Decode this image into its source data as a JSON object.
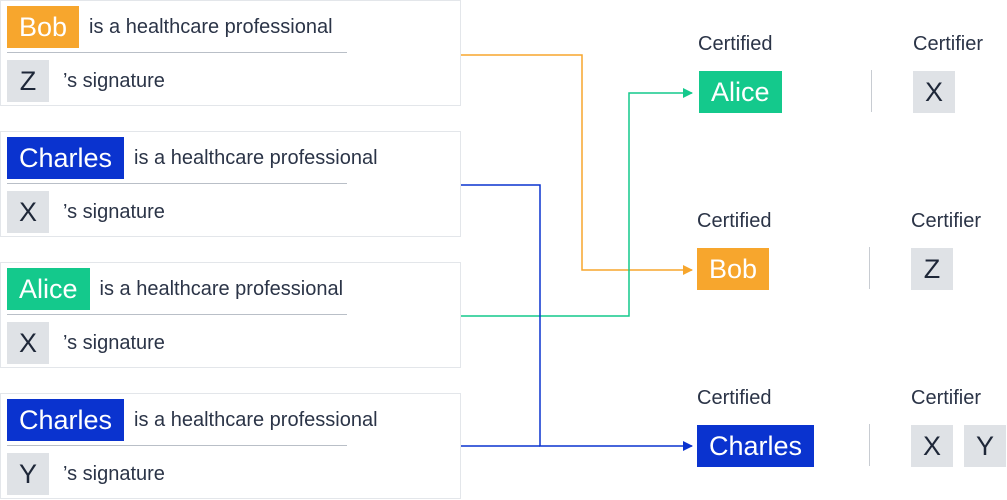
{
  "colors": {
    "orange": "#f7a62d",
    "blue": "#0a33cf",
    "green": "#14c98c",
    "key_bg": "#dfe2e6"
  },
  "statements": [
    {
      "subject": "Bob",
      "subject_color": "#f7a62d",
      "claim": "is a healthcare professional",
      "signer": "Z",
      "signature_suffix": "’s signature"
    },
    {
      "subject": "Charles",
      "subject_color": "#0a33cf",
      "claim": "is a healthcare professional",
      "signer": "X",
      "signature_suffix": "’s signature"
    },
    {
      "subject": "Alice",
      "subject_color": "#14c98c",
      "claim": "is a healthcare professional",
      "signer": "X",
      "signature_suffix": "’s signature"
    },
    {
      "subject": "Charles",
      "subject_color": "#0a33cf",
      "claim": "is a healthcare professional",
      "signer": "Y",
      "signature_suffix": "’s signature"
    }
  ],
  "results": [
    {
      "certified_header": "Certified",
      "certifier_header": "Certifier",
      "name": "Alice",
      "color": "#14c98c",
      "certifiers": [
        "X"
      ]
    },
    {
      "certified_header": "Certified",
      "certifier_header": "Certifier",
      "name": "Bob",
      "color": "#f7a62d",
      "certifiers": [
        "Z"
      ]
    },
    {
      "certified_header": "Certified",
      "certifier_header": "Certifier",
      "name": "Charles",
      "color": "#0a33cf",
      "certifiers": [
        "X",
        "Y"
      ]
    }
  ]
}
